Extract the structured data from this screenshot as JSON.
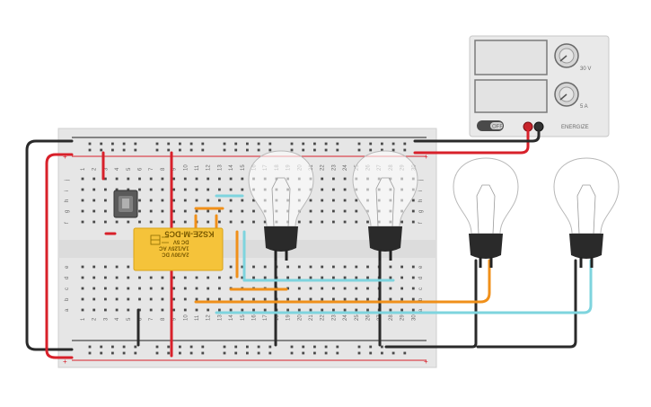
{
  "power_supply": {
    "off_label": "OFF",
    "brand_label": "ENERGIZE",
    "voltage_knob_icon": "dial-knob-icon",
    "current_knob_icon": "dial-knob-icon",
    "voltage_scale_max": "30 V",
    "current_scale_max": "5 A"
  },
  "relay": {
    "part_label": "KS2E-M-DC5",
    "coil_label": "DC 5V",
    "rating_ac": "1A/125V AC",
    "rating_dc": "2A/30V DC",
    "schematic_icon": "relay-schematic-icon"
  },
  "breadboard": {
    "column_numbers": [
      "1",
      "2",
      "3",
      "4",
      "5",
      "6",
      "7",
      "8",
      "9",
      "10",
      "11",
      "12",
      "13",
      "14",
      "15",
      "16",
      "17",
      "18",
      "19",
      "20",
      "21",
      "22",
      "23",
      "24",
      "25",
      "26",
      "27",
      "28",
      "29",
      "30"
    ],
    "row_letters_top": [
      "j",
      "i",
      "h",
      "g",
      "f"
    ],
    "row_letters_bottom": [
      "e",
      "d",
      "c",
      "b",
      "a"
    ],
    "rail_plus": "+",
    "rail_minus": "−"
  },
  "colors": {
    "wire_red": "#d8202a",
    "wire_black": "#2a2a2a",
    "wire_orange": "#f0901a",
    "wire_cyan": "#7ed4de",
    "relay_body": "#f5c33a",
    "board": "#e6e6e6"
  }
}
